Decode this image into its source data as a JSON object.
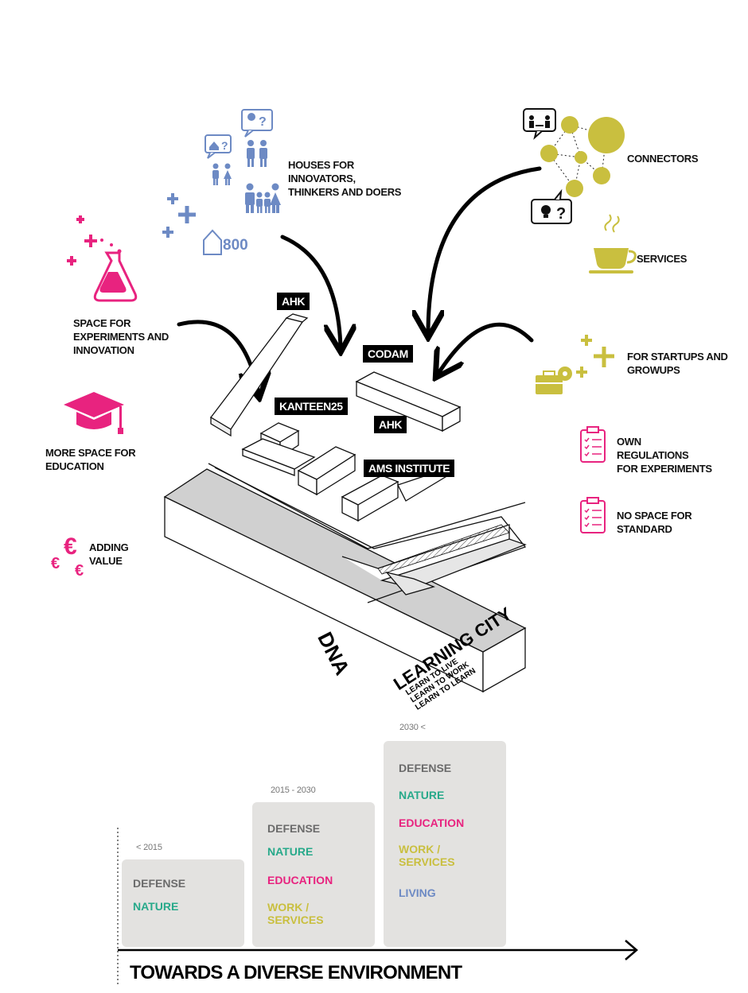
{
  "colors": {
    "magenta": "#e8237f",
    "blue": "#6d8ac4",
    "olive": "#c9bf3f",
    "teal": "#27a98a",
    "grey": "#6b6b6b",
    "column_bg": "#e3e2e0"
  },
  "left_items": {
    "experiments": "SPACE FOR EXPERIMENTS AND INNOVATION",
    "education": "MORE SPACE FOR EDUCATION",
    "value": "ADDING VALUE"
  },
  "top_items": {
    "houses": "HOUSES FOR INNOVATORS, THINKERS AND DOERS",
    "house_count": "800"
  },
  "right_items": {
    "connectors": "CONNECTORS",
    "services": "SERVICES",
    "startups": "FOR STARTUPS AND GROWUPS",
    "regulations": "OWN REGULATIONS FOR EXPERIMENTS",
    "no_standard": "NO SPACE FOR STANDARD"
  },
  "building_tags": {
    "ahk_top": "AHK",
    "codam": "CODAM",
    "kanteen": "KANTEEN25",
    "ahk_mid": "AHK",
    "ams": "AMS INSTITUTE"
  },
  "site": {
    "dna": "DNA",
    "learning_city": "LEARNING CITY",
    "line1": "LEARN TO LIVE",
    "line2": "LEARN TO WORK",
    "line3": "LEARN TO LEARN"
  },
  "timeline": {
    "title": "TOWARDS A DIVERSE ENVIRONMENT",
    "phases": [
      {
        "period": "< 2015",
        "levels": [
          "DEFENSE",
          "NATURE"
        ]
      },
      {
        "period": "2015 - 2030",
        "levels": [
          "DEFENSE",
          "NATURE",
          "EDUCATION",
          "WORK / SERVICES"
        ]
      },
      {
        "period": "2030 <",
        "levels": [
          "DEFENSE",
          "NATURE",
          "EDUCATION",
          "WORK / SERVICES",
          "LIVING"
        ]
      }
    ]
  },
  "level_colors": {
    "DEFENSE": "#6b6b6b",
    "NATURE": "#27a98a",
    "EDUCATION": "#e8237f",
    "WORK / SERVICES": "#c9bf3f",
    "LIVING": "#6d8ac4"
  }
}
